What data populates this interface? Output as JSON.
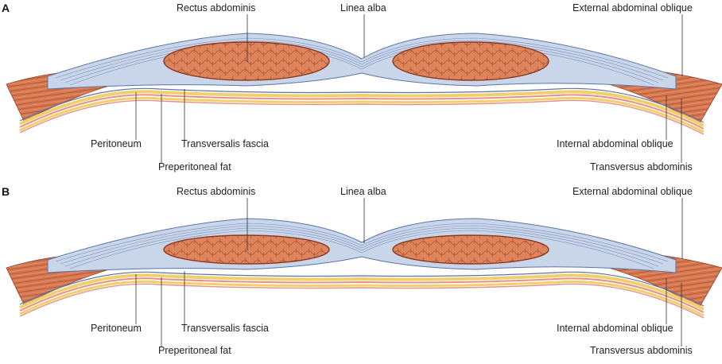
{
  "panels": [
    {
      "letter": "A",
      "labels": {
        "rectus": "Rectus abdominis",
        "linea": "Linea alba",
        "external": "External abdominal oblique",
        "peritoneum": "Peritoneum",
        "transversalis": "Transversalis fascia",
        "preperitoneal": "Preperitoneal fat",
        "internal": "Internal abdominal oblique",
        "transversus": "Transversus abdominis"
      }
    },
    {
      "letter": "B",
      "labels": {
        "rectus": "Rectus abdominis",
        "linea": "Linea alba",
        "external": "External abdominal oblique",
        "peritoneum": "Peritoneum",
        "transversalis": "Transversalis fascia",
        "preperitoneal": "Preperitoneal fat",
        "internal": "Internal abdominal oblique",
        "transversus": "Transversus abdominis"
      }
    }
  ],
  "colors": {
    "muscle": "#d97a55",
    "muscle_dark": "#b55636",
    "muscle_outline": "#8e3a22",
    "fascia": "#c9d6ea",
    "fascia_line": "#5c74a8",
    "fat": "#f3cf6c",
    "peritoneum": "#e5918a",
    "leader": "#333333"
  }
}
